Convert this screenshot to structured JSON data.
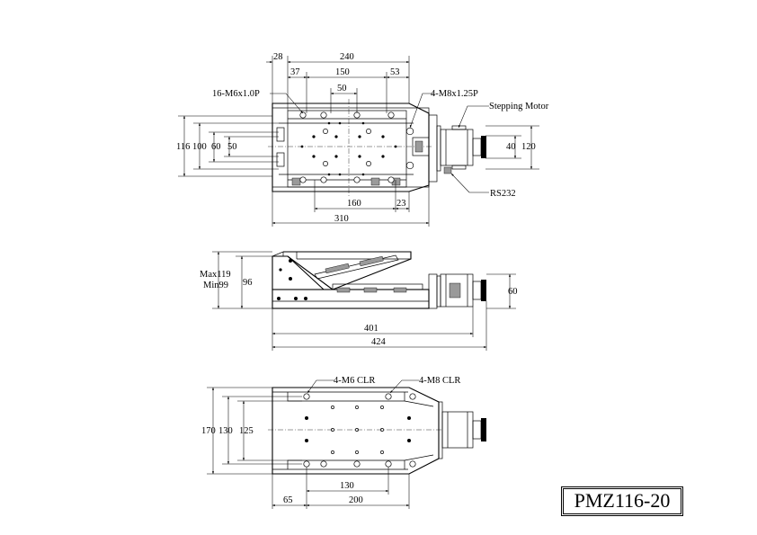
{
  "model": "PMZ116-20",
  "top_view": {
    "dims": {
      "d28": "28",
      "d240": "240",
      "d37": "37",
      "d150": "150",
      "d53": "53",
      "d50": "50",
      "d116": "116",
      "d100": "100",
      "d60": "60",
      "d50v": "50",
      "d40": "40",
      "d120": "120",
      "d160": "160",
      "d23": "23",
      "d310": "310"
    },
    "notes": {
      "taps": "16-M6x1.0P",
      "mount": "4-M8x1.25P",
      "motor": "Stepping Motor",
      "connector": "RS232"
    }
  },
  "side_view": {
    "dims": {
      "max": "Max119",
      "min": "Min99",
      "d96": "96",
      "d60": "60",
      "d401": "401",
      "d424": "424"
    }
  },
  "bottom_view": {
    "notes": {
      "m6": "4-M6 CLR",
      "m8": "4-M8 CLR"
    },
    "dims": {
      "d170": "170",
      "d130": "130",
      "d125": "125",
      "d130h": "130",
      "d65": "65",
      "d200": "200"
    }
  }
}
